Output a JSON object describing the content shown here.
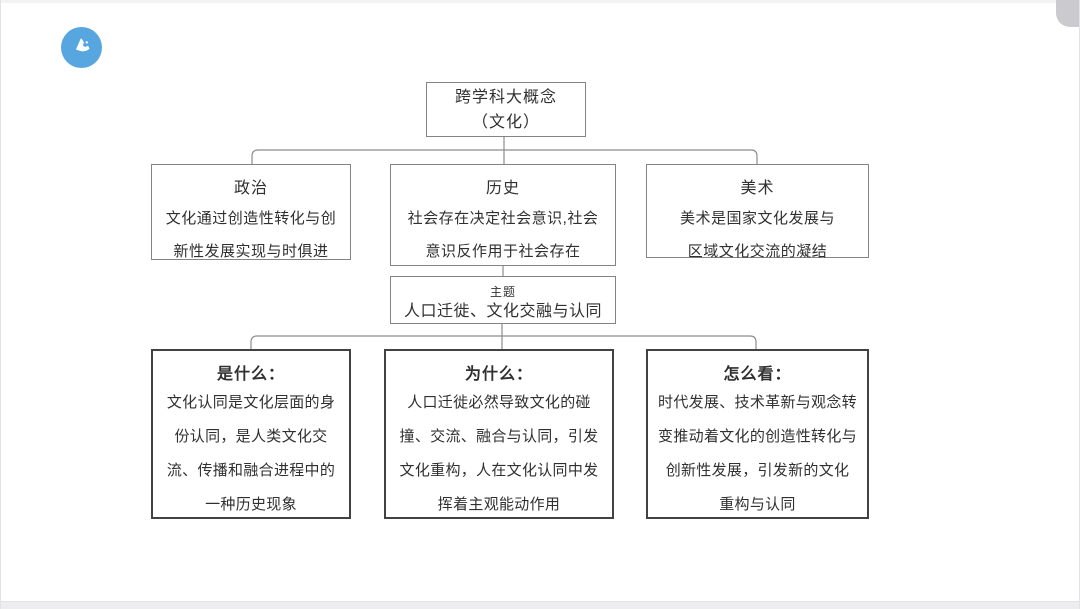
{
  "page": {
    "logo_icon": "mountain-logo",
    "colors": {
      "logo_blue": "#57a6e0",
      "thin_border": "#848484",
      "thick_border": "#424242",
      "connector": "#8c8c8c",
      "text": "#303030",
      "background": "#ffffff"
    }
  },
  "diagram": {
    "root": {
      "title": "跨学科大概念",
      "subtitle": "（文化）"
    },
    "subjects": [
      {
        "id": "politics",
        "title": "政治",
        "body": "文化通过创造性转化与创\n新性发展实现与时俱进"
      },
      {
        "id": "history",
        "title": "历史",
        "body": "社会存在决定社会意识,社会\n意识反作用于社会存在"
      },
      {
        "id": "art",
        "title": "美术",
        "body": "美术是国家文化发展与\n区域文化交流的凝结"
      }
    ],
    "theme": {
      "label": "主题",
      "title": "人口迁徙、文化交融与认同"
    },
    "questions": [
      {
        "id": "what",
        "title": "是什么：",
        "body": "文化认同是文化层面的身\n份认同，是人类文化交\n流、传播和融合进程中的\n一种历史现象"
      },
      {
        "id": "why",
        "title": "为什么：",
        "body": "人口迁徙必然导致文化的碰\n撞、交流、融合与认同，引发\n文化重构，人在文化认同中发\n挥着主观能动作用"
      },
      {
        "id": "how",
        "title": "怎么看：",
        "body": "时代发展、技术革新与观念转\n变推动着文化的创造性转化与\n创新性发展，引发新的文化\n重构与认同"
      }
    ]
  }
}
